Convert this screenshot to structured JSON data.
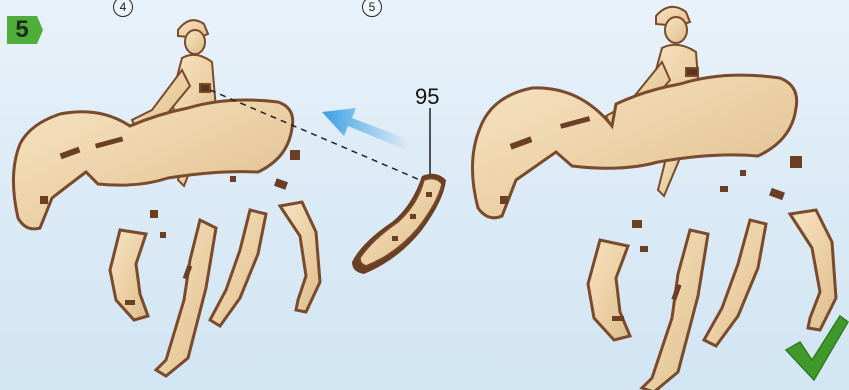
{
  "step": {
    "number": "5",
    "badge_color": "#4fae3a"
  },
  "callouts": {
    "circled_left": "4",
    "circled_right": "5"
  },
  "part": {
    "label": "95"
  },
  "colors": {
    "wood_light": "#f0d9b3",
    "wood_mid": "#e2c294",
    "wood_dark": "#7a4a2c",
    "arrow": "#3aa3e6",
    "check": "#3f9a2a"
  },
  "icons": [
    "step-badge-icon",
    "assembly-arrow-icon",
    "checkmark-icon"
  ]
}
